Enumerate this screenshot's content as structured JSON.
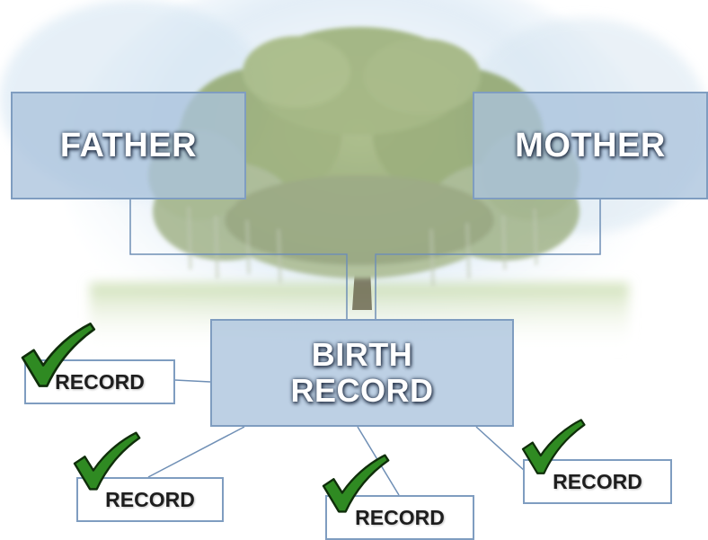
{
  "diagram": {
    "parents": {
      "father_label": "FATHER",
      "mother_label": "MOTHER"
    },
    "birth_record": {
      "line1": "BIRTH",
      "line2": "RECORD"
    },
    "records": [
      {
        "label": "RECORD",
        "verified": true
      },
      {
        "label": "RECORD",
        "verified": true
      },
      {
        "label": "RECORD",
        "verified": true
      },
      {
        "label": "RECORD",
        "verified": true
      }
    ]
  },
  "colors": {
    "box_border": "#7f9dc0",
    "box_fill": "#aac3dc",
    "connector": "#6f8fb5",
    "checkmark": "#2f8a22",
    "checkmark_outline": "#0f2e0a"
  }
}
